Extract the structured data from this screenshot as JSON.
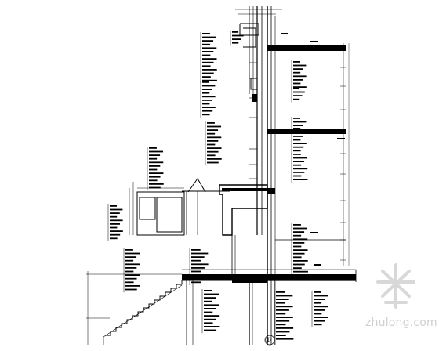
{
  "drawing": {
    "type": "architectural wall section",
    "axis_marker": "①",
    "line_color": "#000000",
    "background": "#ffffff"
  },
  "watermark": {
    "text": "zhulong.com",
    "color": "#cfcfcf",
    "icon": "zhulong-logo-icon"
  }
}
